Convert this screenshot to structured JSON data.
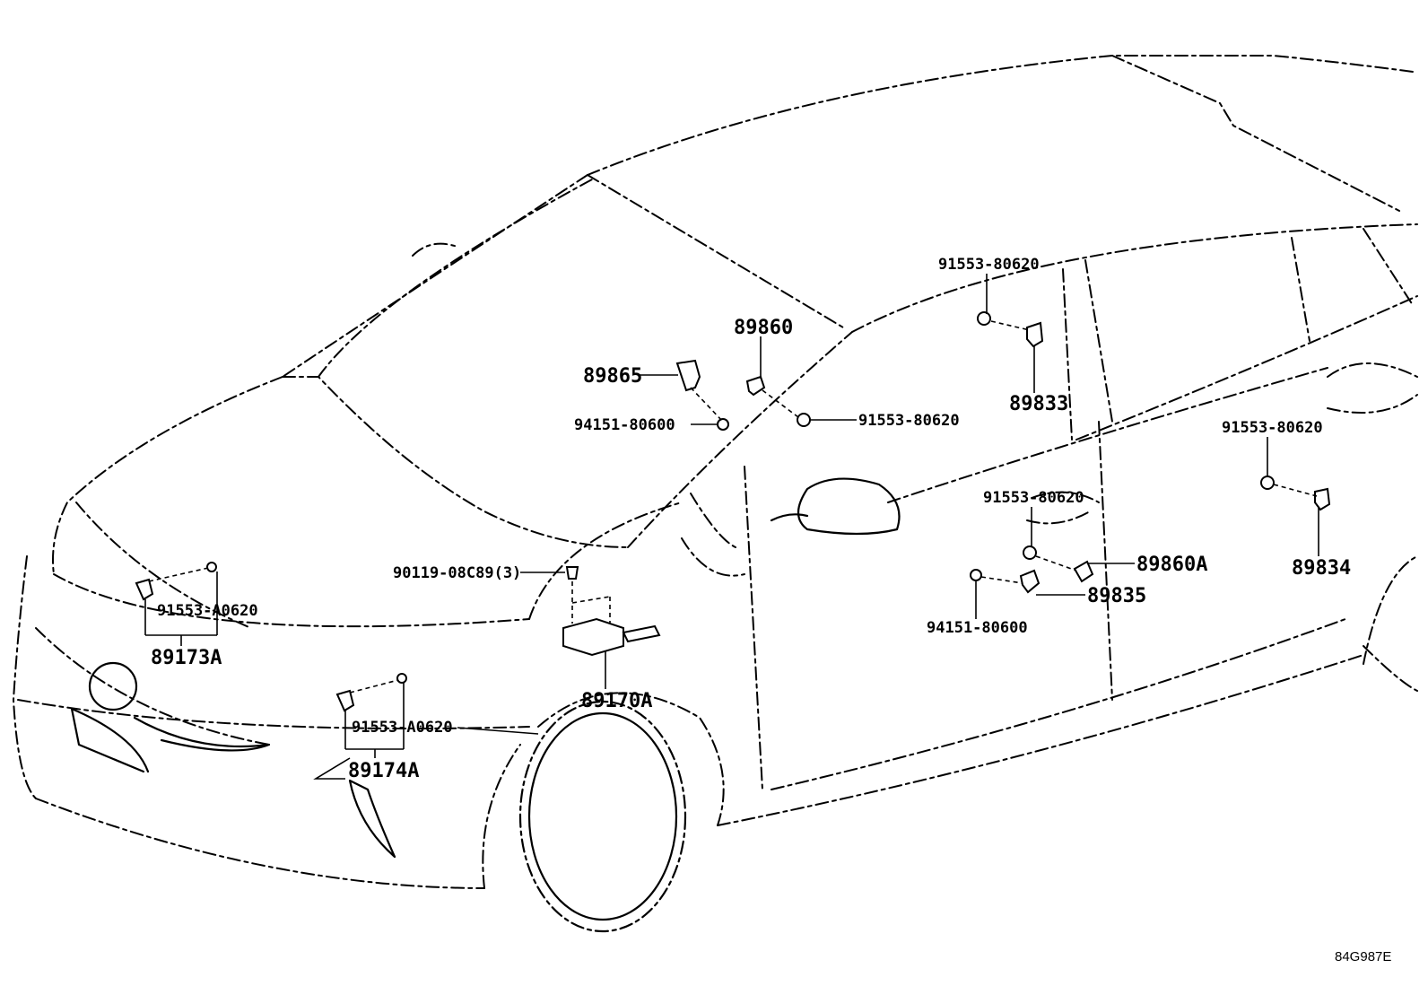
{
  "labels": {
    "p89860": "89860",
    "p89865": "89865",
    "p94151_upper": "94151-80600",
    "p91553_80620_a": "91553-80620",
    "p91553_80620_b": "91553-80620",
    "p89833": "89833",
    "p91553_80620_c": "91553-80620",
    "p89834": "89834",
    "p91553_80620_d": "91553-80620",
    "p89860A": "89860A",
    "p89835": "89835",
    "p94151_lower": "94151-80600",
    "p90119": "90119-08C89(3)",
    "p89170A": "89170A",
    "p91553_A0620_upper": "91553-A0620",
    "p89173A": "89173A",
    "p91553_A0620_lower": "91553-A0620",
    "p89174A": "89174A"
  },
  "diagram_code": "84G987E"
}
